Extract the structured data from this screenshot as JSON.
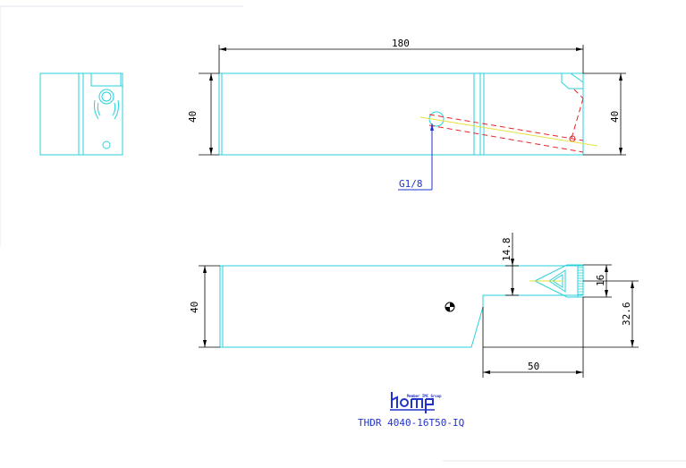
{
  "drawing": {
    "dimensions": {
      "top_length": "180",
      "top_left_height": "40",
      "top_right_height": "40",
      "bottom_left_height": "40",
      "offset_14_8": "14.8",
      "insert_16": "16",
      "height_32_6": "32.6",
      "head_length": "50"
    },
    "coolant_port": "G1/8"
  },
  "title_block": {
    "logo_text": "Member IMC Group",
    "part_number": "THDR 4040-16T50-IQ"
  },
  "colors": {
    "edge": "#29d2db",
    "dimension": "#000000",
    "hidden": "#e8222a",
    "centerline": "#e6e040",
    "annotation": "#2233cc"
  }
}
